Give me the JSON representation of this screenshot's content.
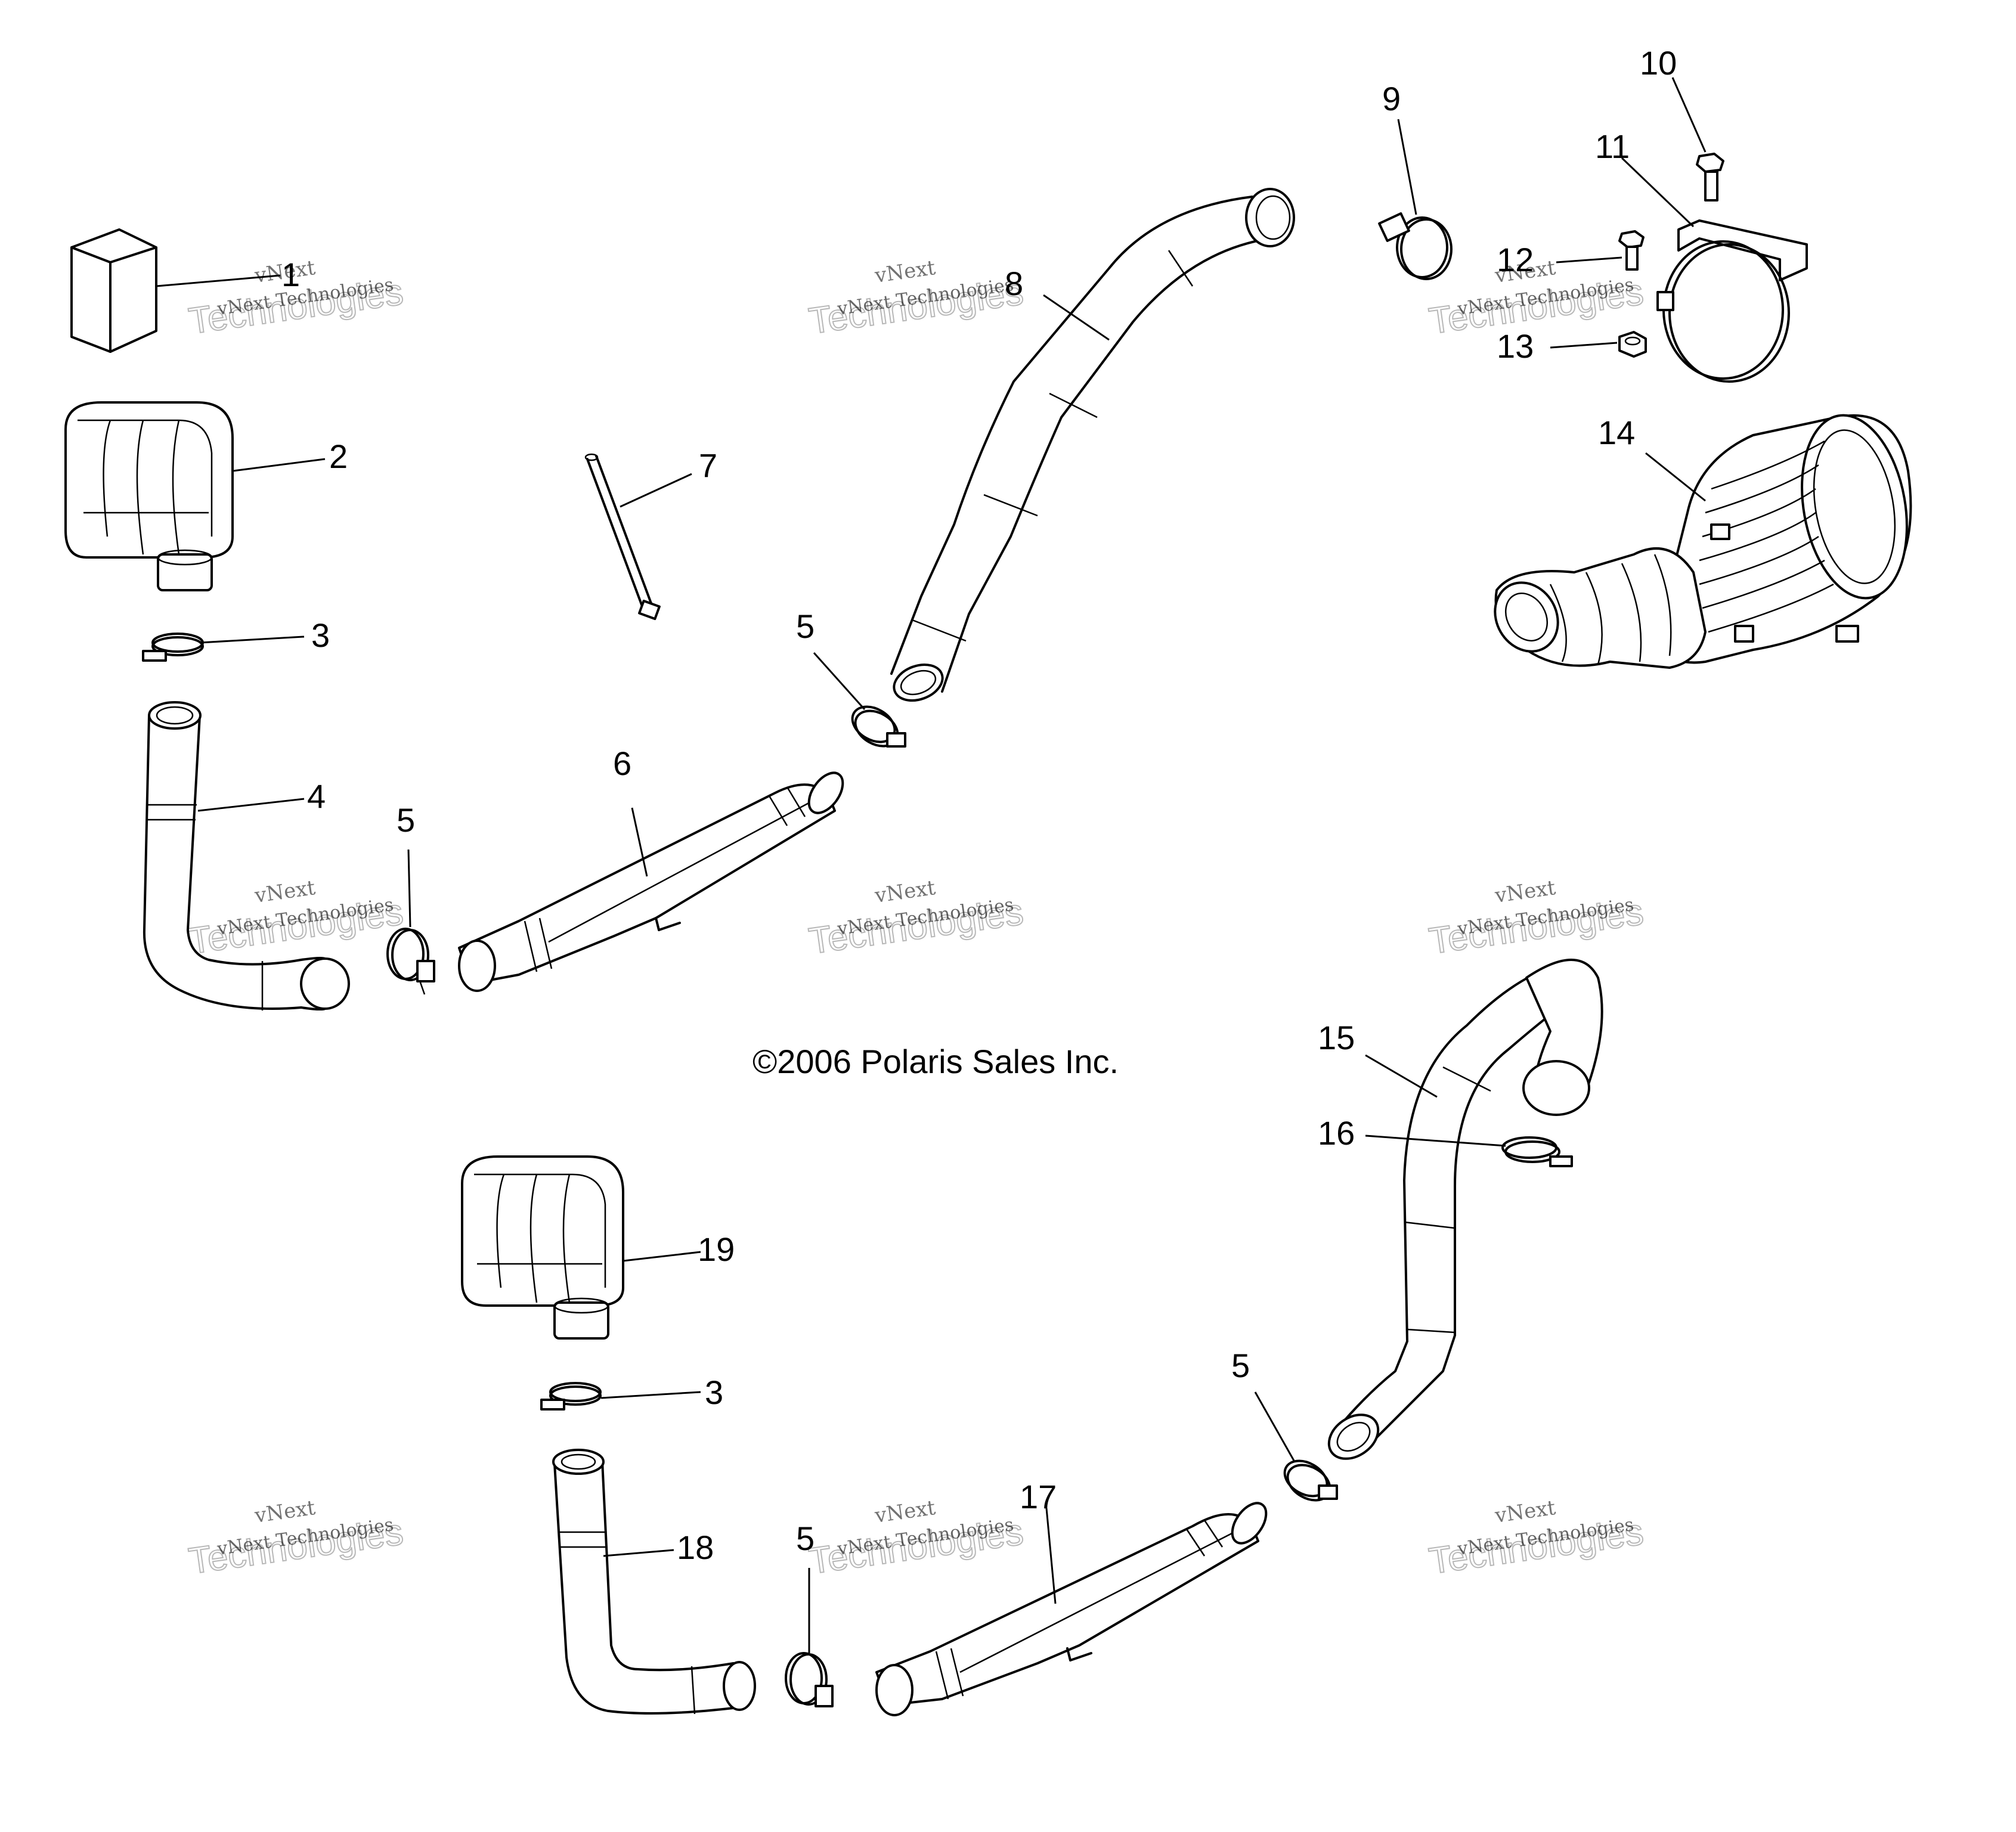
{
  "callouts": {
    "c1": "1",
    "c2": "2",
    "c3a": "3",
    "c4": "4",
    "c5a": "5",
    "c6": "6",
    "c7": "7",
    "c8": "8",
    "c9": "9",
    "c10": "10",
    "c11": "11",
    "c12": "12",
    "c13": "13",
    "c14": "14",
    "c5b": "5",
    "c15": "15",
    "c16": "16",
    "c19": "19",
    "c3b": "3",
    "c5c": "5",
    "c17": "17",
    "c18": "18",
    "c5d": "5"
  },
  "copyright": "©2006 Polaris Sales Inc.",
  "watermark": {
    "line_top": "vNext",
    "line_big": "Technologies",
    "line_small": "vNext Technologies"
  }
}
